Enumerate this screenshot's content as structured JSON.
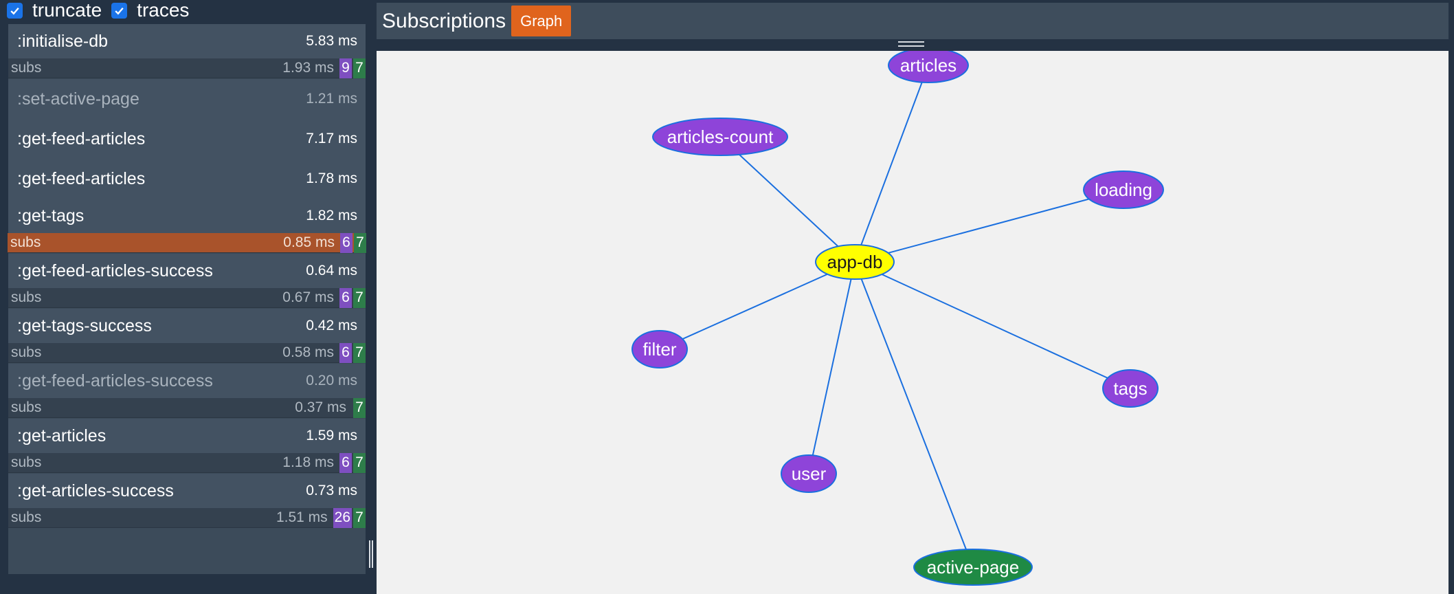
{
  "controls": {
    "truncate": {
      "label": "truncate",
      "checked": true
    },
    "traces": {
      "label": "traces",
      "checked": true
    }
  },
  "trace_list": {
    "rows": [
      {
        "kind": "event",
        "name": ":initialise-db",
        "time": "5.83 ms",
        "dim": false
      },
      {
        "kind": "subs",
        "label": "subs",
        "time": "1.93 ms",
        "purple": "9",
        "green": "7"
      },
      {
        "kind": "event",
        "name": ":set-active-page",
        "time": "1.21 ms",
        "dim": true
      },
      {
        "kind": "event",
        "name": ":get-feed-articles",
        "time": "7.17 ms",
        "dim": false
      },
      {
        "kind": "event",
        "name": ":get-feed-articles",
        "time": "1.78 ms",
        "dim": false
      },
      {
        "kind": "event",
        "name": ":get-tags",
        "time": "1.82 ms",
        "dim": false
      },
      {
        "kind": "subs",
        "label": "subs",
        "time": "0.85 ms",
        "purple": "6",
        "green": "7",
        "selected": true
      },
      {
        "kind": "event",
        "name": ":get-feed-articles-success",
        "time": "0.64 ms",
        "dim": false
      },
      {
        "kind": "subs",
        "label": "subs",
        "time": "0.67 ms",
        "purple": "6",
        "green": "7"
      },
      {
        "kind": "event",
        "name": ":get-tags-success",
        "time": "0.42 ms",
        "dim": false
      },
      {
        "kind": "subs",
        "label": "subs",
        "time": "0.58 ms",
        "purple": "6",
        "green": "7"
      },
      {
        "kind": "event",
        "name": ":get-feed-articles-success",
        "time": "0.20 ms",
        "dim": true
      },
      {
        "kind": "subs",
        "label": "subs",
        "time": "0.37 ms",
        "purple": "",
        "green": "7"
      },
      {
        "kind": "event",
        "name": ":get-articles",
        "time": "1.59 ms",
        "dim": false
      },
      {
        "kind": "subs",
        "label": "subs",
        "time": "1.18 ms",
        "purple": "6",
        "green": "7"
      },
      {
        "kind": "event",
        "name": ":get-articles-success",
        "time": "0.73 ms",
        "dim": false
      },
      {
        "kind": "subs",
        "label": "subs",
        "time": "1.51 ms",
        "purple": "26",
        "green": "7"
      }
    ]
  },
  "panel": {
    "title": "Subscriptions",
    "graph_button": "Graph"
  },
  "graph": {
    "center": {
      "label": "app-db",
      "color": "#ffff00"
    },
    "nodes": [
      {
        "id": "articles",
        "label": "articles",
        "color": "#8e44d9"
      },
      {
        "id": "articles-count",
        "label": "articles-count",
        "color": "#8e44d9"
      },
      {
        "id": "loading",
        "label": "loading",
        "color": "#8e44d9"
      },
      {
        "id": "filter",
        "label": "filter",
        "color": "#8e44d9"
      },
      {
        "id": "tags",
        "label": "tags",
        "color": "#8e44d9"
      },
      {
        "id": "user",
        "label": "user",
        "color": "#8e44d9"
      },
      {
        "id": "active-page",
        "label": "active-page",
        "color": "#1f8a44"
      }
    ],
    "edge_color": "#1a6fdf"
  },
  "colors": {
    "background": "#243243",
    "selected_row": "#a9532b",
    "badge_purple": "#7e4fc0",
    "badge_green": "#2e7d4a",
    "graph_button": "#e0641d"
  },
  "icons": {
    "checkbox": "check-icon"
  }
}
